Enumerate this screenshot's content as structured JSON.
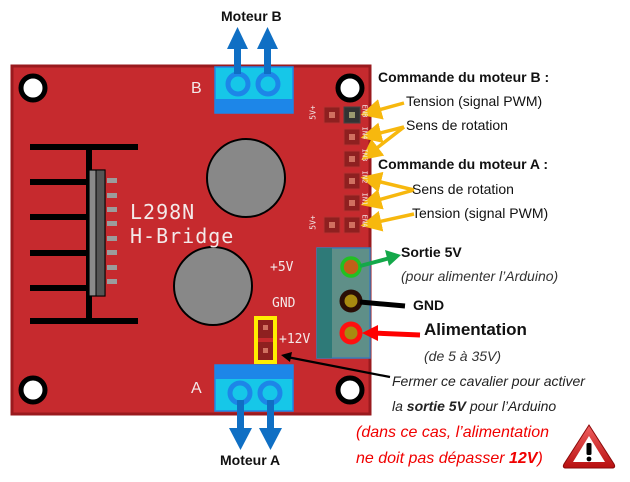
{
  "title": "L298N H-Bridge pinout",
  "colors": {
    "board": "#c62a2e",
    "board_border": "#9a1a1e",
    "terminal_blue_light": "#16c7e8",
    "terminal_blue_dark": "#1d86e8",
    "arrow_blue": "#0f6fc4",
    "power_terminal": "#5f8f88",
    "arrow_yellow": "#f7b80e",
    "arrow_green": "#14a84a",
    "arrow_red": "#f00000",
    "jumper_highlight": "#ffee00",
    "warning_red": "#d32020"
  },
  "board": {
    "chip_line1": "L298N",
    "chip_line2": "H-Bridge",
    "terminal_b_letter": "B",
    "terminal_a_letter": "A",
    "pin_5v_top": "5V+",
    "pin_5v_bottom": "5V+",
    "pin_labels": [
      "ENB",
      "IN4",
      "IN3",
      "IN2",
      "IN1",
      "ENA"
    ],
    "power_labels": [
      "+5V",
      "GND",
      "+12V"
    ]
  },
  "labels": {
    "motor_b": "Moteur B",
    "motor_a": "Moteur A",
    "cmd_b_title": "Commande du moteur B :",
    "cmd_b_pwm": "Tension (signal PWM)",
    "cmd_b_dir": "Sens de rotation",
    "cmd_a_title": "Commande du moteur A :",
    "cmd_a_dir": "Sens de rotation",
    "cmd_a_pwm": "Tension (signal PWM)",
    "out5v_title": "Sortie 5V",
    "out5v_sub": "(pour alimenter l’Arduino)",
    "gnd": "GND",
    "power_title": "Alimentation",
    "power_sub": "(de 5 à 35V)",
    "jumper_line1": "Fermer ce cavalier pour activer",
    "jumper_line2_a": "la ",
    "jumper_line2_b": "sortie 5V",
    "jumper_line2_c": " pour l’Arduino",
    "warn_line1": "(dans ce cas, l’alimentation",
    "warn_line2_a": "ne doit pas dépasser ",
    "warn_line2_b": "12V",
    "warn_line2_c": ")"
  }
}
